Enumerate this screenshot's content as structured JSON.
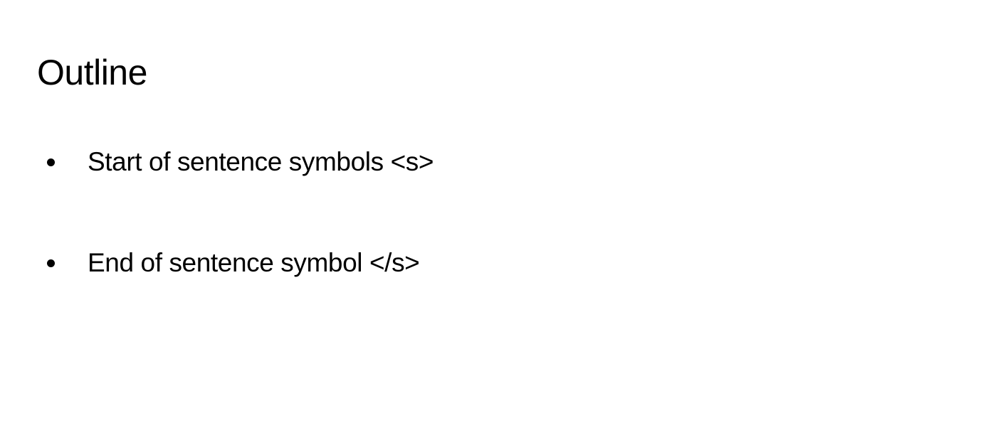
{
  "slide": {
    "title": "Outline",
    "bullets": [
      {
        "text": "Start of sentence symbols <s>"
      },
      {
        "text": "End of sentence symbol </s>"
      }
    ]
  }
}
